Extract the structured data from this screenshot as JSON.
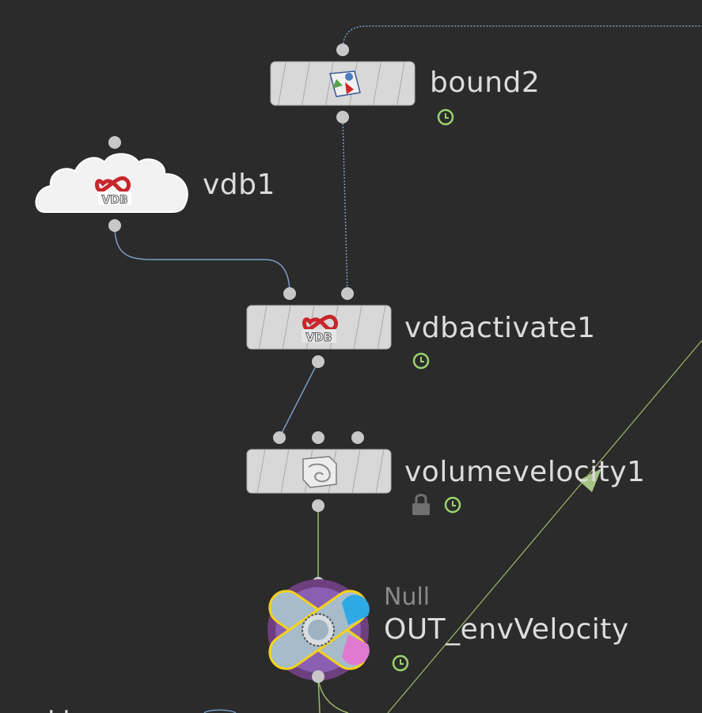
{
  "network": {
    "nodes": [
      {
        "id": "bound2",
        "name": "bound2",
        "icon": "bound-icon",
        "flags": [
          "clock"
        ]
      },
      {
        "id": "vdb1",
        "name": "vdb1",
        "icon": "vdb-icon",
        "flags": []
      },
      {
        "id": "vdbactivate1",
        "name": "vdbactivate1",
        "icon": "vdb-icon",
        "flags": [
          "clock"
        ]
      },
      {
        "id": "volumevelocity1",
        "name": "volumevelocity1",
        "icon": "volume-icon",
        "flags": [
          "lock",
          "clock"
        ]
      },
      {
        "id": "out_envvelocity",
        "type": "Null",
        "name": "OUT_envVelocity",
        "icon": "null-icon",
        "flags": [
          "clock"
        ]
      }
    ],
    "vdb_badge": "VDB",
    "colors": {
      "background": "#2b2b2b",
      "node_fill": "#d8d8d8",
      "wire_blue": "#7a9cc6",
      "wire_green": "#9fb86a",
      "clock_green": "#9bd36e"
    }
  }
}
